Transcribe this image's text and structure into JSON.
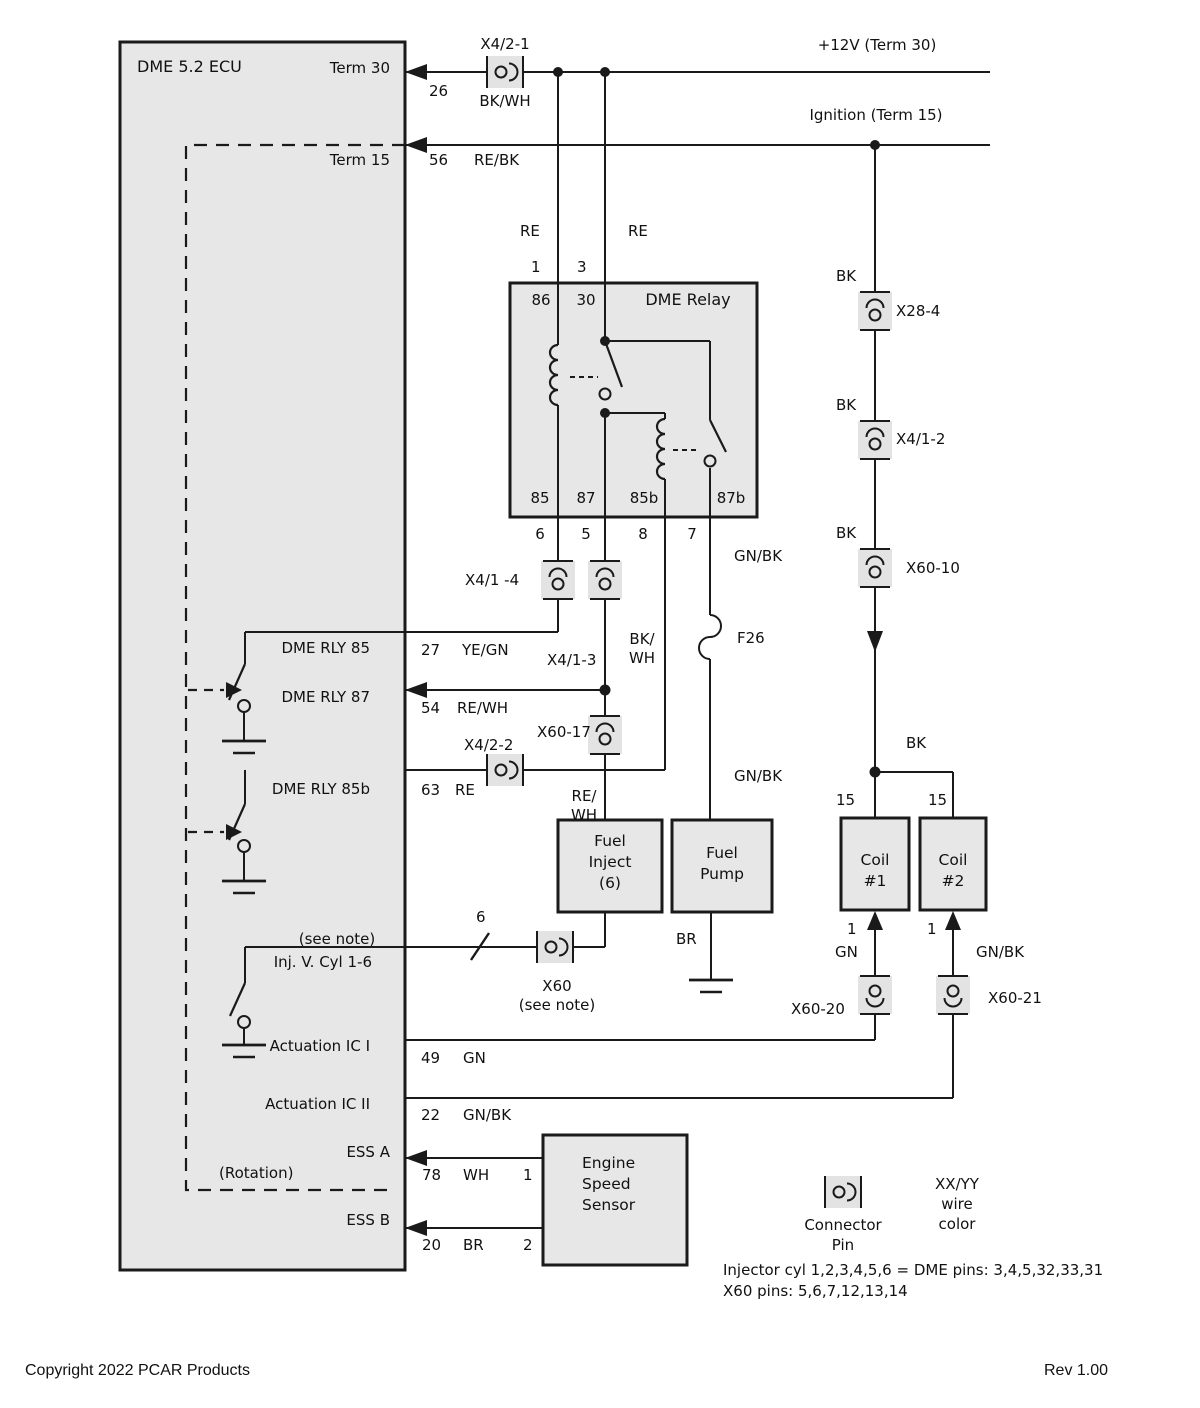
{
  "ecu": {
    "title": "DME 5.2 ECU",
    "pin_term30": "Term 30",
    "pin_term15": "Term 15",
    "pin_rly85": "DME RLY 85",
    "pin_rly87": "DME RLY 87",
    "pin_rly85b": "DME RLY 85b",
    "pin_inj": "Inj. V. Cyl 1-6",
    "pin_ic1": "Actuation IC I",
    "pin_ic2": "Actuation IC II",
    "pin_essa": "ESS A",
    "pin_essb": "ESS B",
    "see_note": "(see note)",
    "rotation": "(Rotation)"
  },
  "supply": {
    "v12": "+12V (Term 30)",
    "ignition": "Ignition (Term 15)",
    "term30_pin": "26",
    "term30_color": "BK/WH",
    "term15_pin": "56",
    "term15_color": "RE/BK"
  },
  "relay": {
    "title": "DME Relay",
    "pin86": "86",
    "pin30": "30",
    "pin85": "85",
    "pin87": "87",
    "pin85b": "85b",
    "pin87b": "87b",
    "wire86_color": "RE",
    "wire86_pin": "1",
    "wire30_pin": "3",
    "wire30_color": "RE",
    "sock6": "6",
    "sock5": "5",
    "sock8": "8",
    "sock7": "7"
  },
  "fuse": {
    "label": "F26"
  },
  "connectors": {
    "x421": "X4/2-1",
    "x284": "X28-4",
    "x412": "X4/1-2",
    "x6010": "X60-10",
    "x414": "X4/1 -4",
    "x413": "X4/1-3",
    "x6017": "X60-17",
    "x422": "X4/2-2",
    "x60": "X60\n(see note)",
    "x6020": "X60-20",
    "x6021": "X60-21"
  },
  "wires": {
    "bk1": "BK",
    "bk2": "BK",
    "bk3": "BK",
    "bk4": "BK",
    "gnbk_pump_top": "GN/BK",
    "gnbk_pump_bottom": "GN/BK",
    "rly85_pin": "27",
    "rly85_color": "YE/GN",
    "rly87_pin": "54",
    "rly87_color": "RE/WH",
    "rly85b_pin": "63",
    "rly85b_color": "RE",
    "bkwh_split": "BK/\nWH",
    "rewh_split": "RE/\nWH",
    "inj_count": "6",
    "coil1_term15": "15",
    "coil2_term15": "15",
    "coil1_pin1": "1",
    "coil2_pin1": "1",
    "coil1_color": "GN",
    "coil2_color": "GN/BK",
    "ic1_pin": "49",
    "ic1_color": "GN",
    "ic2_pin": "22",
    "ic2_color": "GN/BK",
    "essa_pin": "78",
    "essa_color": "WH",
    "essa_sensor_pin": "1",
    "essb_pin": "20",
    "essb_color": "BR",
    "essb_sensor_pin": "2",
    "pump_ground_color": "BR"
  },
  "components": {
    "fuel_inject": "Fuel\nInject\n(6)",
    "fuel_pump": "Fuel\nPump",
    "coil1": "Coil\n#1",
    "coil2": "Coil\n#2",
    "ess": "Engine\nSpeed\nSensor"
  },
  "legend": {
    "connector_pin": "Connector\nPin",
    "wire_color": "XX/YY\nwire\ncolor"
  },
  "notes": {
    "line1": "Injector cyl 1,2,3,4,5,6 = DME pins: 3,4,5,32,33,31",
    "line2": "X60 pins: 5,6,7,12,13,14"
  },
  "footer": {
    "copyright": "Copyright 2022 PCAR Products",
    "rev": "Rev 1.00"
  }
}
